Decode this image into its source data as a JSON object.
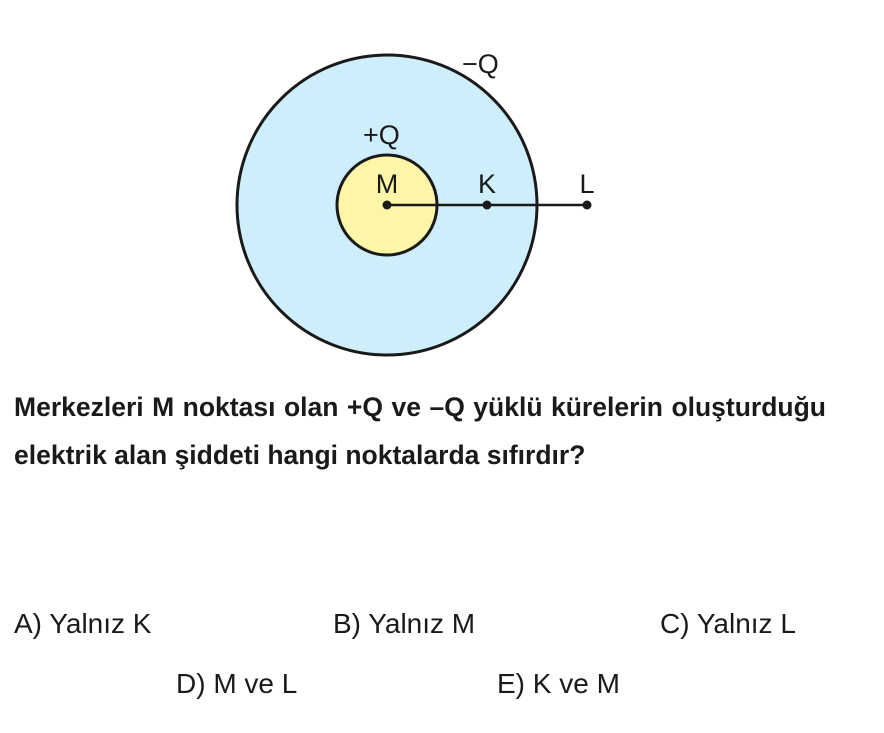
{
  "diagram": {
    "outer_charge": "−Q",
    "inner_charge": "+Q",
    "points": {
      "m": "M",
      "k": "K",
      "l": "L"
    },
    "colors": {
      "outer_fill": "#cdeefa",
      "inner_fill": "#fdf6a8",
      "stroke": "#1a1a1a"
    }
  },
  "question": "Merkezleri M noktası olan +Q ve –Q yüklü kürelerin oluşturduğu elektrik alan şiddeti hangi noktalarda sıfırdır?",
  "options": {
    "a": "A)  Yalnız  K",
    "b": "B)  Yalnız  M",
    "c": "C)  Yalnız  L",
    "d": "D)  M ve L",
    "e": "E)  K ve M"
  }
}
